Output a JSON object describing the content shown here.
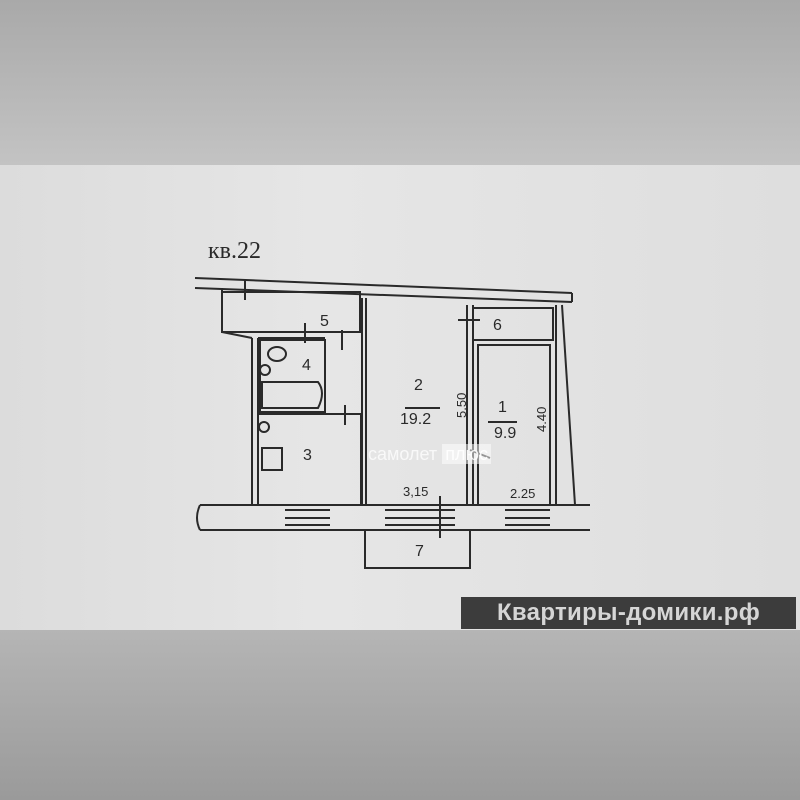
{
  "plan": {
    "apartment_label": "кв.22",
    "rooms": [
      {
        "number": "1",
        "area": "9.9"
      },
      {
        "number": "2",
        "area": "19.2"
      },
      {
        "number": "3"
      },
      {
        "number": "4"
      },
      {
        "number": "5"
      },
      {
        "number": "6"
      },
      {
        "number": "7"
      }
    ],
    "dimensions": {
      "room2_width": "3,15",
      "room2_length": "5.50",
      "room1_width": "2.25",
      "room1_length": "4.40"
    }
  },
  "watermarks": {
    "center_main": "самолет",
    "center_suffix": "плюс",
    "badge": "Квартиры-домики.рф"
  },
  "colors": {
    "ink": "#2a2a2a",
    "paper": "#e2e2e2",
    "badge_bg": "#3c3c3c",
    "badge_accent": "#7fb23a"
  }
}
